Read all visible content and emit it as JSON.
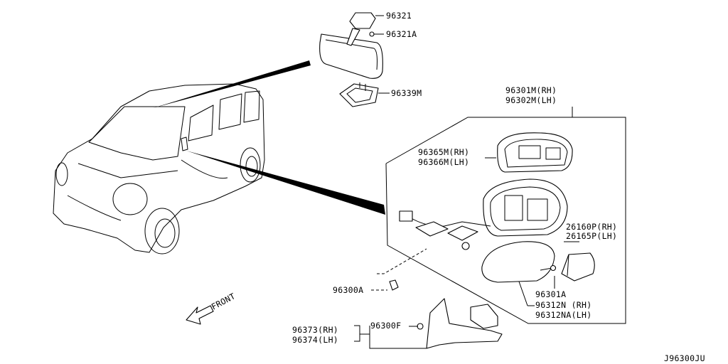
{
  "diagram_code": "J96300JU",
  "front_label": "FRONT",
  "labels": {
    "p96321": "96321",
    "p96321A": "96321A",
    "p96339M": "96339M",
    "p96301M": "96301M(RH)",
    "p96302M": "96302M(LH)",
    "p96365M": "96365M(RH)",
    "p96366M": "96366M(LH)",
    "p26160P": "26160P(RH)",
    "p26165P": "26165P(LH)",
    "p96301A": "96301A",
    "p96312N": "96312N (RH)",
    "p96312NA": "96312NA(LH)",
    "p96300A": "96300A",
    "p96300F": "96300F",
    "p96373": "96373(RH)",
    "p96374": "96374(LH)"
  }
}
